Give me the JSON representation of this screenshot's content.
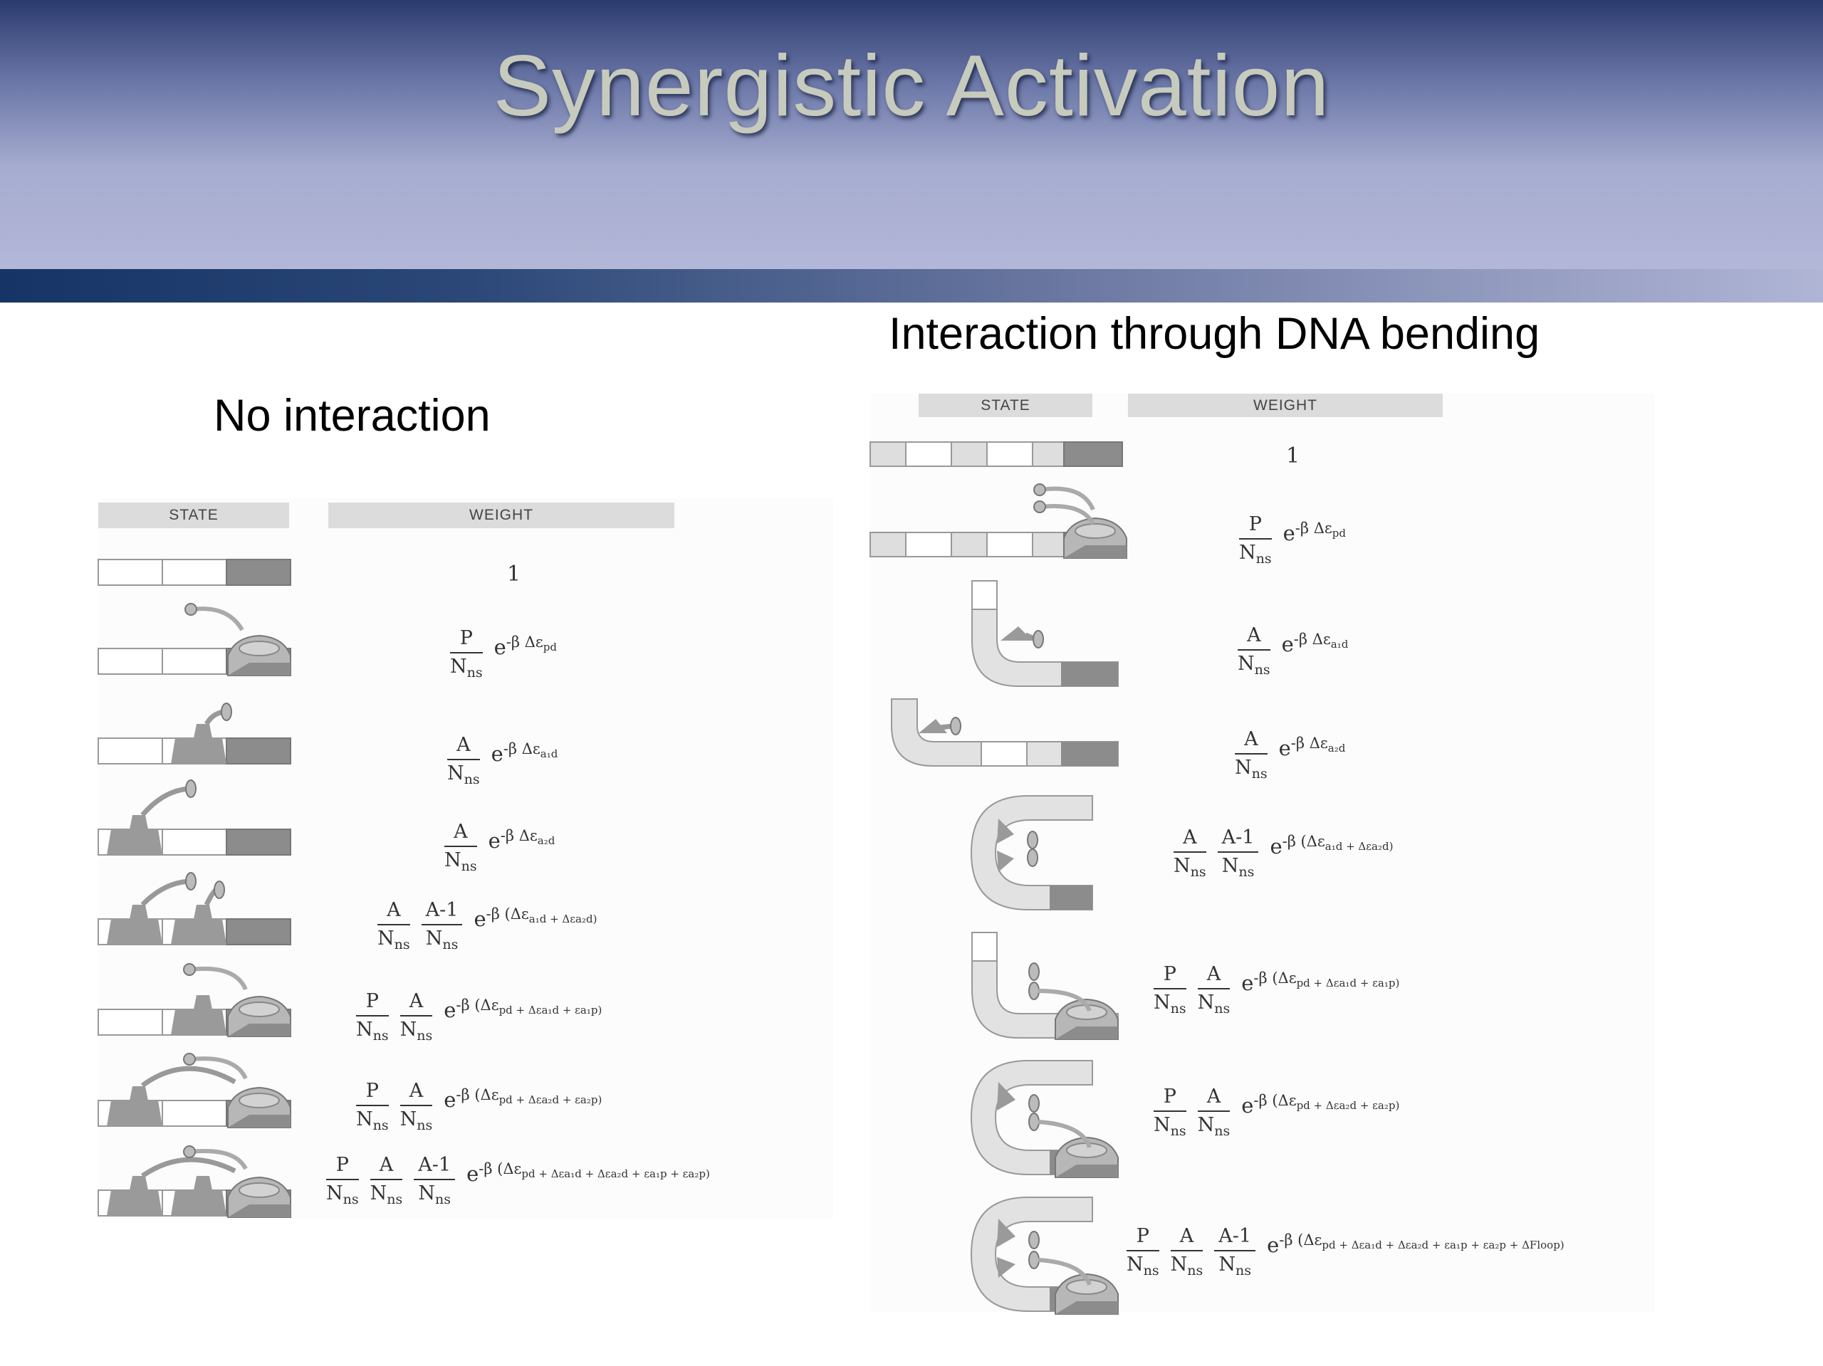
{
  "slide": {
    "title": "Synergistic Activation",
    "colors": {
      "banner_top": "#2b3a6e",
      "banner_bottom": "#b7bbdb",
      "title_text": "#c6cbbd",
      "dna_dark": "#8c8c8c",
      "dna_light": "#dcdcdc"
    }
  },
  "left": {
    "heading": "No interaction",
    "state_header": "STATE",
    "weight_header": "WEIGHT",
    "rows": [
      {
        "one": "1"
      },
      {
        "fracs": [
          [
            "P",
            "N",
            "ns"
          ]
        ],
        "exp": "-β Δε",
        "sub": "pd"
      },
      {
        "fracs": [
          [
            "A",
            "N",
            "ns"
          ]
        ],
        "exp": "-β Δε",
        "sub": "a₁d"
      },
      {
        "fracs": [
          [
            "A",
            "N",
            "ns"
          ]
        ],
        "exp": "-β Δε",
        "sub": "a₂d"
      },
      {
        "fracs": [
          [
            "A",
            "N",
            "ns"
          ],
          [
            "A-1",
            "N",
            "ns"
          ]
        ],
        "exp": "-β (Δε",
        "sub": "a₁d + Δεa₂d)"
      },
      {
        "fracs": [
          [
            "P",
            "N",
            "ns"
          ],
          [
            "A",
            "N",
            "ns"
          ]
        ],
        "exp": "-β (Δε",
        "sub": "pd + Δεa₁d + εa₁p)"
      },
      {
        "fracs": [
          [
            "P",
            "N",
            "ns"
          ],
          [
            "A",
            "N",
            "ns"
          ]
        ],
        "exp": "-β (Δε",
        "sub": "pd + Δεa₂d + εa₂p)"
      },
      {
        "fracs": [
          [
            "P",
            "N",
            "ns"
          ],
          [
            "A",
            "N",
            "ns"
          ],
          [
            "A-1",
            "N",
            "ns"
          ]
        ],
        "exp": "-β (Δε",
        "sub": "pd + Δεa₁d + Δεa₂d + εa₁p + εa₂p)"
      }
    ]
  },
  "right": {
    "heading": "Interaction through DNA bending",
    "state_header": "STATE",
    "weight_header": "WEIGHT",
    "rows": [
      {
        "one": "1"
      },
      {
        "fracs": [
          [
            "P",
            "N",
            "ns"
          ]
        ],
        "exp": "-β Δε",
        "sub": "pd"
      },
      {
        "fracs": [
          [
            "A",
            "N",
            "ns"
          ]
        ],
        "exp": "-β Δε",
        "sub": "a₁d"
      },
      {
        "fracs": [
          [
            "A",
            "N",
            "ns"
          ]
        ],
        "exp": "-β Δε",
        "sub": "a₂d"
      },
      {
        "fracs": [
          [
            "A",
            "N",
            "ns"
          ],
          [
            "A-1",
            "N",
            "ns"
          ]
        ],
        "exp": "-β (Δε",
        "sub": "a₁d + Δεa₂d)"
      },
      {
        "fracs": [
          [
            "P",
            "N",
            "ns"
          ],
          [
            "A",
            "N",
            "ns"
          ]
        ],
        "exp": "-β (Δε",
        "sub": "pd + Δεa₁d + εa₁p)"
      },
      {
        "fracs": [
          [
            "P",
            "N",
            "ns"
          ],
          [
            "A",
            "N",
            "ns"
          ]
        ],
        "exp": "-β (Δε",
        "sub": "pd + Δεa₂d + εa₂p)"
      },
      {
        "fracs": [
          [
            "P",
            "N",
            "ns"
          ],
          [
            "A",
            "N",
            "ns"
          ],
          [
            "A-1",
            "N",
            "ns"
          ]
        ],
        "exp": "-β (Δε",
        "sub": "pd + Δεa₁d + Δεa₂d + εa₁p + εa₂p + ΔFloop)"
      }
    ]
  }
}
